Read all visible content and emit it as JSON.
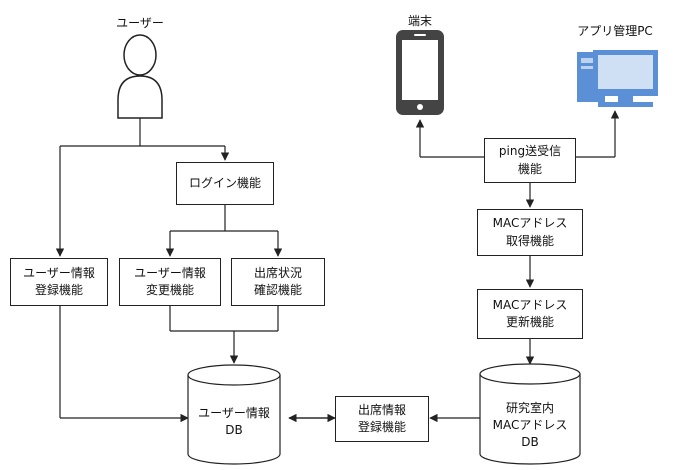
{
  "actors": {
    "user": "ユーザー",
    "terminal": "端末",
    "admin_pc": "アプリ管理PC"
  },
  "functions": {
    "login": "ログイン機能",
    "user_register": "ユーザー情報\n登録機能",
    "user_change": "ユーザー情報\n変更機能",
    "attendance_check": "出席状況\n確認機能",
    "ping": "ping送受信\n機能",
    "mac_get": "MACアドレス\n取得機能",
    "mac_update": "MACアドレス\n更新機能",
    "attendance_register": "出席情報\n登録機能"
  },
  "databases": {
    "user_db": "ユーザー情報\nDB",
    "lab_mac_db": "研究室内\nMACアドレス\nDB"
  },
  "colors": {
    "line": "#222222",
    "pc_blue": "#5b8fd6"
  },
  "icons": [
    "user-icon",
    "smartphone-icon",
    "desktop-pc-icon"
  ]
}
